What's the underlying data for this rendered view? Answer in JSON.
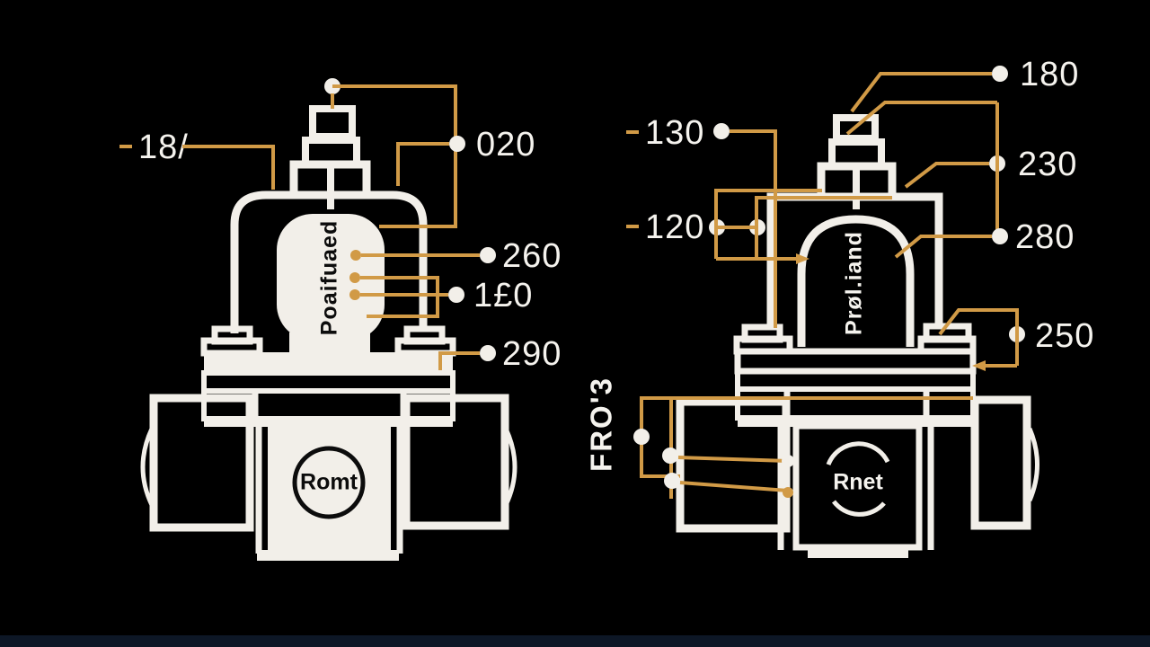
{
  "canvas": {
    "background_color": "#000000",
    "outline_color": "#f2efe9",
    "leader_color": "#d19a46",
    "label_color": "#f5f3ee",
    "bottom_bar_color": "#0d1726"
  },
  "figure": {
    "left_device": {
      "core_text": "Poaifuaed",
      "port_text": "Romt",
      "labels": {
        "top_left": "18/",
        "top_right": "020",
        "right_1": "260",
        "right_2": "1£0",
        "right_3": "290"
      }
    },
    "right_device": {
      "core_text": "Prøl.iand",
      "port_text": "Rnet",
      "side_text": "FRO'3",
      "labels": {
        "left_1": "130",
        "left_2": "120",
        "top_right": "180",
        "right_1": "230",
        "right_2": "280",
        "right_3": "250"
      }
    }
  }
}
